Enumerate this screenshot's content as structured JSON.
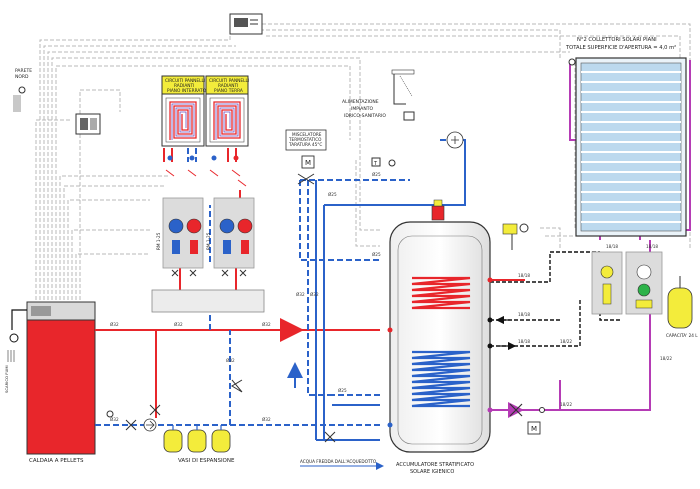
{
  "colors": {
    "hot": "#e8262b",
    "cold": "#2b62c9",
    "solar": "#b53bb5",
    "control": "#b9b9b9",
    "drain": "#111111",
    "boiler": "#e8262b",
    "yellow": "#f3ec3b",
    "panel": "#bcd9ee",
    "module": "#dcdcdc"
  },
  "labels": {
    "pareti_nord_1": "PARETE",
    "pareti_nord_2": "NORD",
    "boiler": "CALDAIA A PELLETS",
    "drain": "SCARICO FUMI",
    "floor_heat_1": [
      "CIRCUITI PANNELLI",
      "RADIANTI",
      "PIANO INTERRATO"
    ],
    "floor_heat_2": [
      "CIRCUITI PANNELLI",
      "RADIANTI",
      "PIANO TERRA"
    ],
    "mixer": [
      "MISCELATORE",
      "TERMOSTATICO",
      "TARATURA 45°C"
    ],
    "water_supply": [
      "ALIMENTAZIONE",
      "IMPIANTO",
      "IDRICO-SANITARIO"
    ],
    "solar_title": [
      "N°2 COLLETTORI SOLARI PIANI",
      "TOTALE SUPERFICIE D'APERTURA = 4,0 m²"
    ],
    "tank": [
      "ACCUMULATORE STRATIFICATO",
      "SOLARE IGIENICO"
    ],
    "expansion": "VASI DI ESPANSIONE",
    "cold_water": "ACQUA FREDDA DALL'ACQUEDOTTO",
    "capacity": "CAPACITA' 24 L",
    "module_a": "RM 1-25",
    "module_b": "RM 1-25",
    "valve_m": "M",
    "valve_t": "T"
  },
  "pipe_labels": {
    "p_main": "Ø32",
    "p_main2": "Ø32",
    "p_main3": "Ø32",
    "p_cold": "Ø32",
    "p_cold2": "Ø32",
    "p_v1": "Ø32",
    "p_v2": "Ø32",
    "p_v3": "Ø32",
    "p_mix": "Ø25",
    "p_mix2": "Ø25",
    "p_dhw": "Ø25",
    "p_tank_low": "Ø25",
    "p_sol_a": "18/18",
    "p_sol_b": "18/18",
    "p_sol_c": "18/18",
    "p_sol_d": "18/22",
    "p_sol_e": "18/22",
    "p_sol_f": "18/22",
    "p_sol_g": "18/18",
    "p_sol_h": "18/18"
  }
}
